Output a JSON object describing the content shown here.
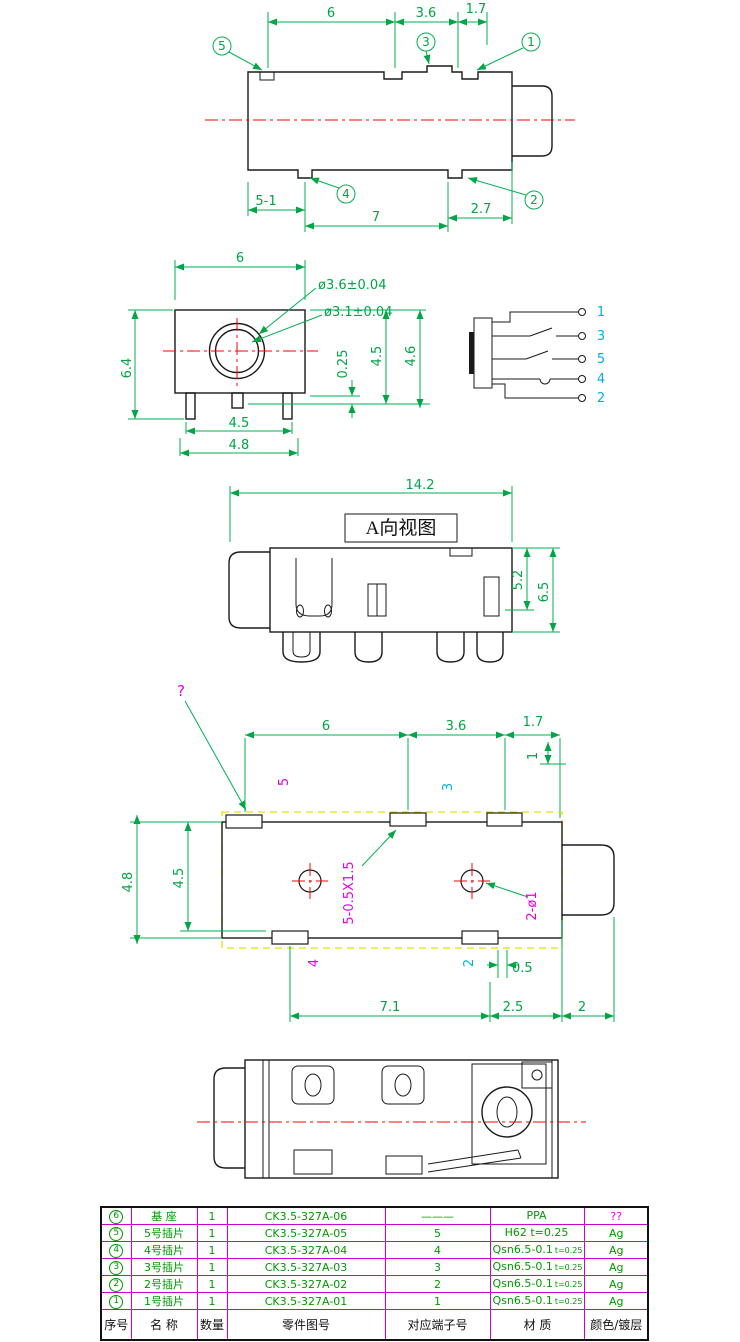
{
  "colors": {
    "dimension_green": "#00a545",
    "outline_black": "#1a1a1a",
    "centerline_red": "#ff0000",
    "label_magenta": "#e800e8",
    "label_cyan": "#00aeef",
    "board_outline_yellow": "#e3e300",
    "table_grid_magenta": "#cc00cc",
    "table_text_green": "#009900"
  },
  "side": {
    "d6": "6",
    "d36": "3.6",
    "d17": "1.7",
    "c5": "5",
    "c3": "3",
    "c1": "1",
    "c4": "4",
    "c2": "2",
    "d51": "5-1",
    "d7": "7",
    "d27": "2.7"
  },
  "front": {
    "d6": "6",
    "dia_outer": "ø3.6±0.04",
    "dia_inner": "ø3.1±0.04",
    "d64": "6.4",
    "d025": "0.25",
    "d45_right": "4.5",
    "d46": "4.6",
    "d45_bottom": "4.5",
    "d48": "4.8"
  },
  "schematic": {
    "pins": [
      "1",
      "3",
      "5",
      "4",
      "2"
    ]
  },
  "view_a": {
    "d142": "14.2",
    "label": "A向视图",
    "d52": "5.2",
    "d65": "6.5"
  },
  "bottom": {
    "q": "?",
    "d6": "6",
    "d36": "3.6",
    "d17": "1.7",
    "d1": "1",
    "pad5": "5",
    "pad3": "3",
    "pad4": "4",
    "pad2": "2",
    "d48": "4.8",
    "d45": "4.5",
    "slot": "5-0.5X1.5",
    "holes": "2-ø1",
    "d05": "0.5",
    "d71": "7.1",
    "d25": "2.5",
    "d2": "2"
  },
  "table": {
    "header": {
      "seq": "序号",
      "name": "名  称",
      "qty": "数量",
      "part": "零件图号",
      "terminal": "对应端子号",
      "material": "材  质",
      "plating": "颜色/镀层"
    },
    "rows": [
      {
        "seq": "6",
        "name": "基  座",
        "qty": "1",
        "part": "CK3.5-327A-06",
        "terminal": "———",
        "material": "PPA",
        "material_sub": "",
        "plating": "??"
      },
      {
        "seq": "5",
        "name": "5号插片",
        "qty": "1",
        "part": "CK3.5-327A-05",
        "terminal": "5",
        "material": "H62  t=0.25",
        "material_sub": "",
        "plating": "Ag"
      },
      {
        "seq": "4",
        "name": "4号插片",
        "qty": "1",
        "part": "CK3.5-327A-04",
        "terminal": "4",
        "material": "Qsn6.5-0.1",
        "material_sub": "t=0.25",
        "plating": "Ag"
      },
      {
        "seq": "3",
        "name": "3号插片",
        "qty": "1",
        "part": "CK3.5-327A-03",
        "terminal": "3",
        "material": "Qsn6.5-0.1",
        "material_sub": "t=0.25",
        "plating": "Ag"
      },
      {
        "seq": "2",
        "name": "2号插片",
        "qty": "1",
        "part": "CK3.5-327A-02",
        "terminal": "2",
        "material": "Qsn6.5-0.1",
        "material_sub": "t=0.25",
        "plating": "Ag"
      },
      {
        "seq": "1",
        "name": "1号插片",
        "qty": "1",
        "part": "CK3.5-327A-01",
        "terminal": "1",
        "material": "Qsn6.5-0.1",
        "material_sub": "t=0.25",
        "plating": "Ag"
      }
    ]
  }
}
